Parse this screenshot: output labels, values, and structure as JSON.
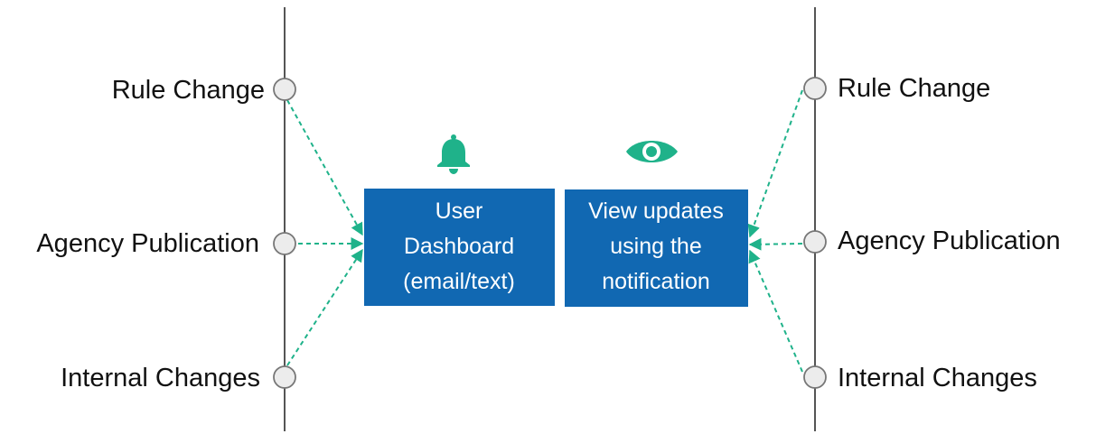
{
  "colors": {
    "box_fill": "#1168b2",
    "box_text": "#ffffff",
    "accent": "#1fb28a",
    "timeline": "#555555",
    "node_fill": "#ececec",
    "node_stroke": "#777777",
    "label_text": "#111111"
  },
  "left_timeline": {
    "nodes": [
      {
        "label": "Rule Change"
      },
      {
        "label": "Agency Publication"
      },
      {
        "label": "Internal Changes"
      }
    ]
  },
  "right_timeline": {
    "nodes": [
      {
        "label": "Rule Change"
      },
      {
        "label": "Agency Publication"
      },
      {
        "label": "Internal Changes"
      }
    ]
  },
  "boxes": {
    "dashboard": {
      "icon": "bell-icon",
      "lines": [
        "User",
        "Dashboard",
        "(email/text)"
      ]
    },
    "view_updates": {
      "icon": "eye-icon",
      "lines": [
        "View updates",
        "using the",
        "notification"
      ]
    }
  }
}
